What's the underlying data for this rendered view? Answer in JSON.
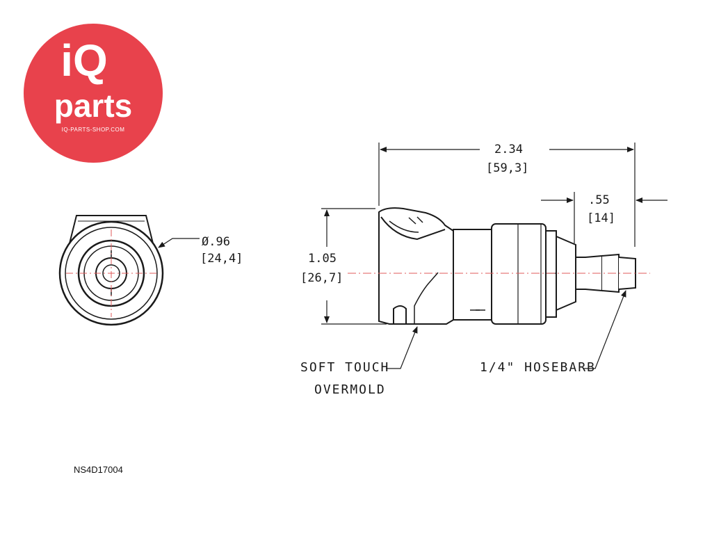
{
  "logo": {
    "brand_top": "iQ",
    "brand_bottom": "parts",
    "website": "IQ-PARTS-SHOP.COM",
    "color": "#e8424c"
  },
  "dimensions": {
    "diameter": "Ø.96",
    "diameter_mm": "[24,4]",
    "length": "2.34",
    "length_mm": "[59,3]",
    "barb_length": ".55",
    "barb_length_mm": "[14]",
    "height": "1.05",
    "height_mm": "[26,7]"
  },
  "callouts": {
    "overmold_line1": "SOFT TOUCH",
    "overmold_line2": "OVERMOLD",
    "hosebarb": "1/4\" HOSEBARB"
  },
  "part_number": "NS4D17004",
  "colors": {
    "line": "#1a1a1a",
    "centerline": "#e05a5a"
  }
}
